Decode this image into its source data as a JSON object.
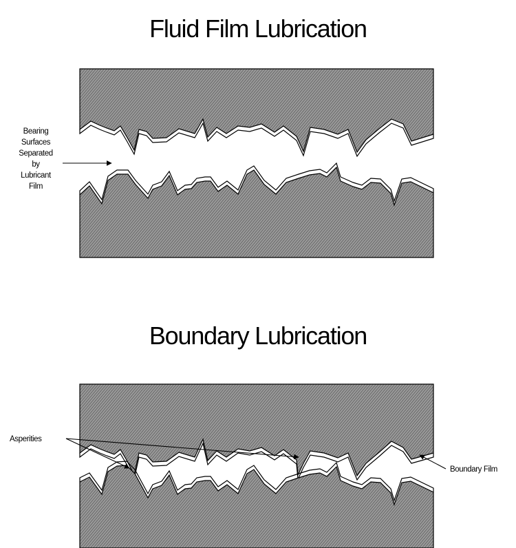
{
  "diagrams": [
    {
      "title": "Fluid Film Lubrication",
      "annotation_lines": [
        "Bearing",
        "Surfaces",
        "Separated",
        "by",
        "Lubricant",
        "Film"
      ]
    },
    {
      "title": "Boundary Lubrication",
      "annotations": {
        "asperities": "Asperities",
        "boundary_film": "Boundary Film"
      }
    }
  ]
}
